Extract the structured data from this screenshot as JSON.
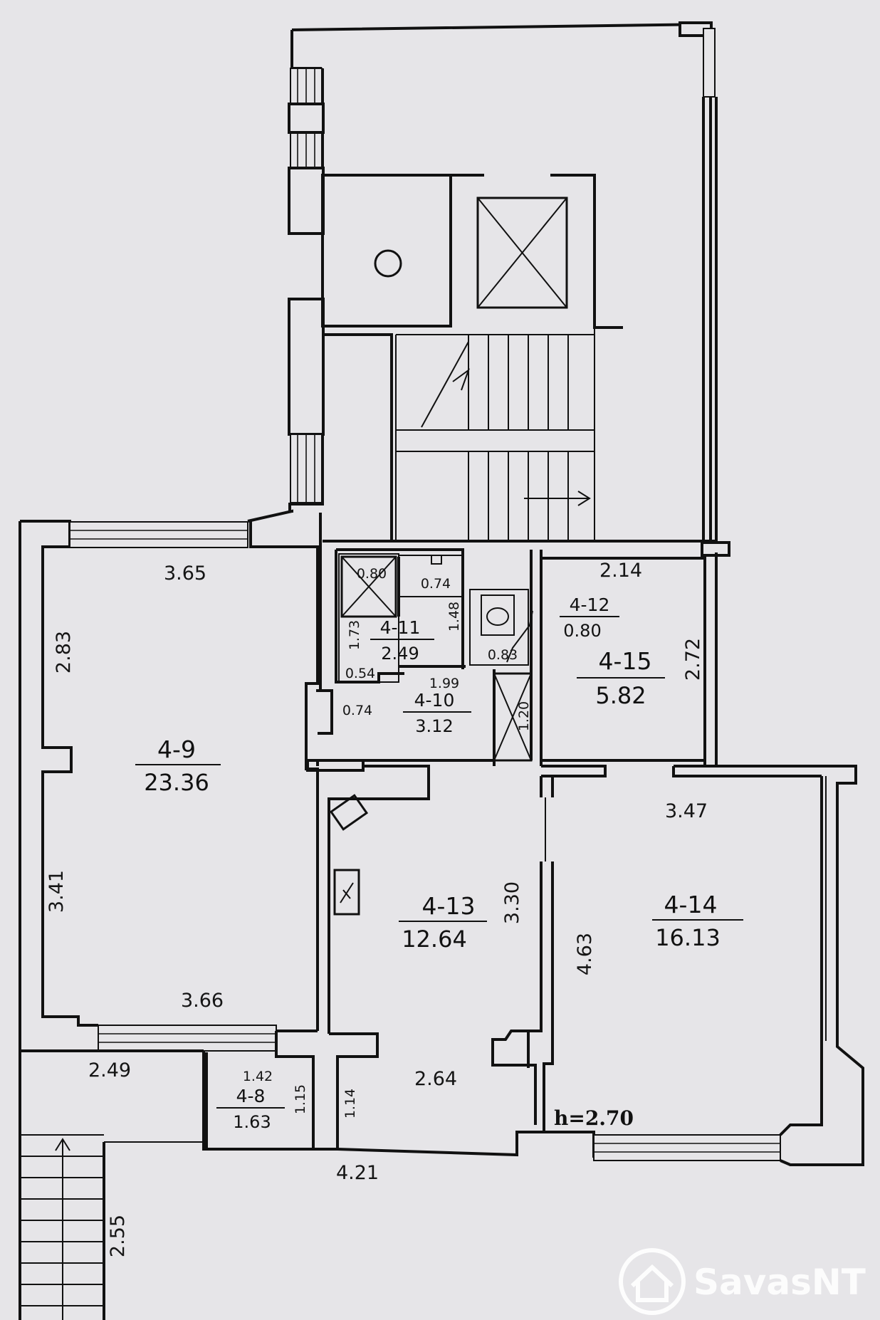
{
  "rooms": [
    {
      "id": "4-9",
      "area": "23.36"
    },
    {
      "id": "4-8",
      "area": "1.63"
    },
    {
      "id": "4-10",
      "area": "3.12"
    },
    {
      "id": "4-11",
      "area": "2.49"
    },
    {
      "id": "4-12",
      "area": "0.80"
    },
    {
      "id": "4-13",
      "area": "12.64"
    },
    {
      "id": "4-14",
      "area": "16.13"
    },
    {
      "id": "4-15",
      "area": "5.82"
    }
  ],
  "dimensions": {
    "r9_top": "3.65",
    "r9_left_upper": "2.83",
    "r9_left_lower": "3.41",
    "r9_bottom": "3.66",
    "r8_left": "2.49",
    "r8_width": "1.42",
    "r8_height": "1.15",
    "stair_length": "2.55",
    "r13_bottom": "2.64",
    "r13_side": "3.30",
    "r13_lower": "1.14",
    "bottom_total": "4.21",
    "r14_top": "3.47",
    "r14_left": "4.63",
    "r15_top": "2.14",
    "r15_right": "2.72",
    "r11_shower": "0.80",
    "r11_sink": "0.74",
    "r11_height": "1.73",
    "r11_sink_h": "1.48",
    "r11_bottom": "0.54",
    "r12_width": "0.83",
    "r10_left": "0.74",
    "r10_width": "1.99",
    "r10_right": "1.20"
  },
  "ceiling_height": "h=2.70",
  "watermark": {
    "brand": "SavasNT"
  },
  "icons": [
    "shower-icon",
    "toilet-icon",
    "sink-icon",
    "elevator-shaft-icon",
    "stairs-icon",
    "house-logo-icon"
  ]
}
